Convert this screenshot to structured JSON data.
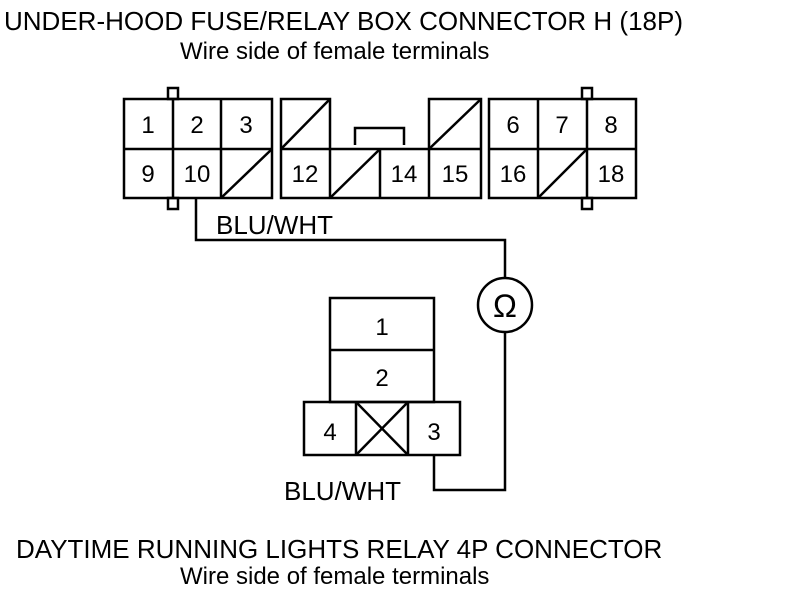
{
  "top_connector": {
    "title": "UNDER-HOOD FUSE/RELAY BOX CONNECTOR H (18P)",
    "subtitle": "Wire side of female terminals",
    "terminals": {
      "t1": "1",
      "t2": "2",
      "t3": "3",
      "t6": "6",
      "t7": "7",
      "t8": "8",
      "t9": "9",
      "t10": "10",
      "t12": "12",
      "t14": "14",
      "t15": "15",
      "t16": "16",
      "t18": "18"
    },
    "wire_label": "BLU/WHT"
  },
  "meter": {
    "symbol": "Ω",
    "icon": "ohmmeter-icon"
  },
  "bottom_connector": {
    "title": "DAYTIME RUNNING LIGHTS RELAY 4P CONNECTOR",
    "subtitle": "Wire side of female terminals",
    "terminals": {
      "t1": "1",
      "t2": "2",
      "t3": "3",
      "t4": "4"
    },
    "wire_label": "BLU/WHT"
  }
}
